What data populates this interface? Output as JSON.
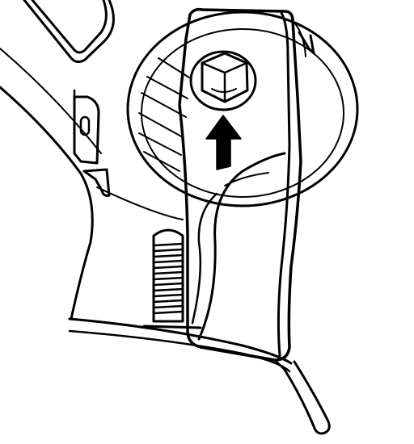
{
  "figure": {
    "kind": "line-art technical illustration",
    "ink_color": "#000000",
    "paper_color": "#ffffff",
    "parts": [
      {
        "id": "bracket-plate",
        "role": "mounting bracket"
      },
      {
        "id": "hex-bolt",
        "role": "fastener at top of bracket"
      },
      {
        "id": "direction-arrow",
        "role": "indicates fastener location",
        "icon": "arrow-up-icon"
      },
      {
        "id": "disc-housing",
        "role": "round component behind bracket"
      },
      {
        "id": "threaded-stud",
        "role": "stud at lower left"
      },
      {
        "id": "side-tab",
        "role": "small slotted tab at left"
      },
      {
        "id": "harness-wire",
        "role": "wire exiting bottom right"
      }
    ]
  }
}
